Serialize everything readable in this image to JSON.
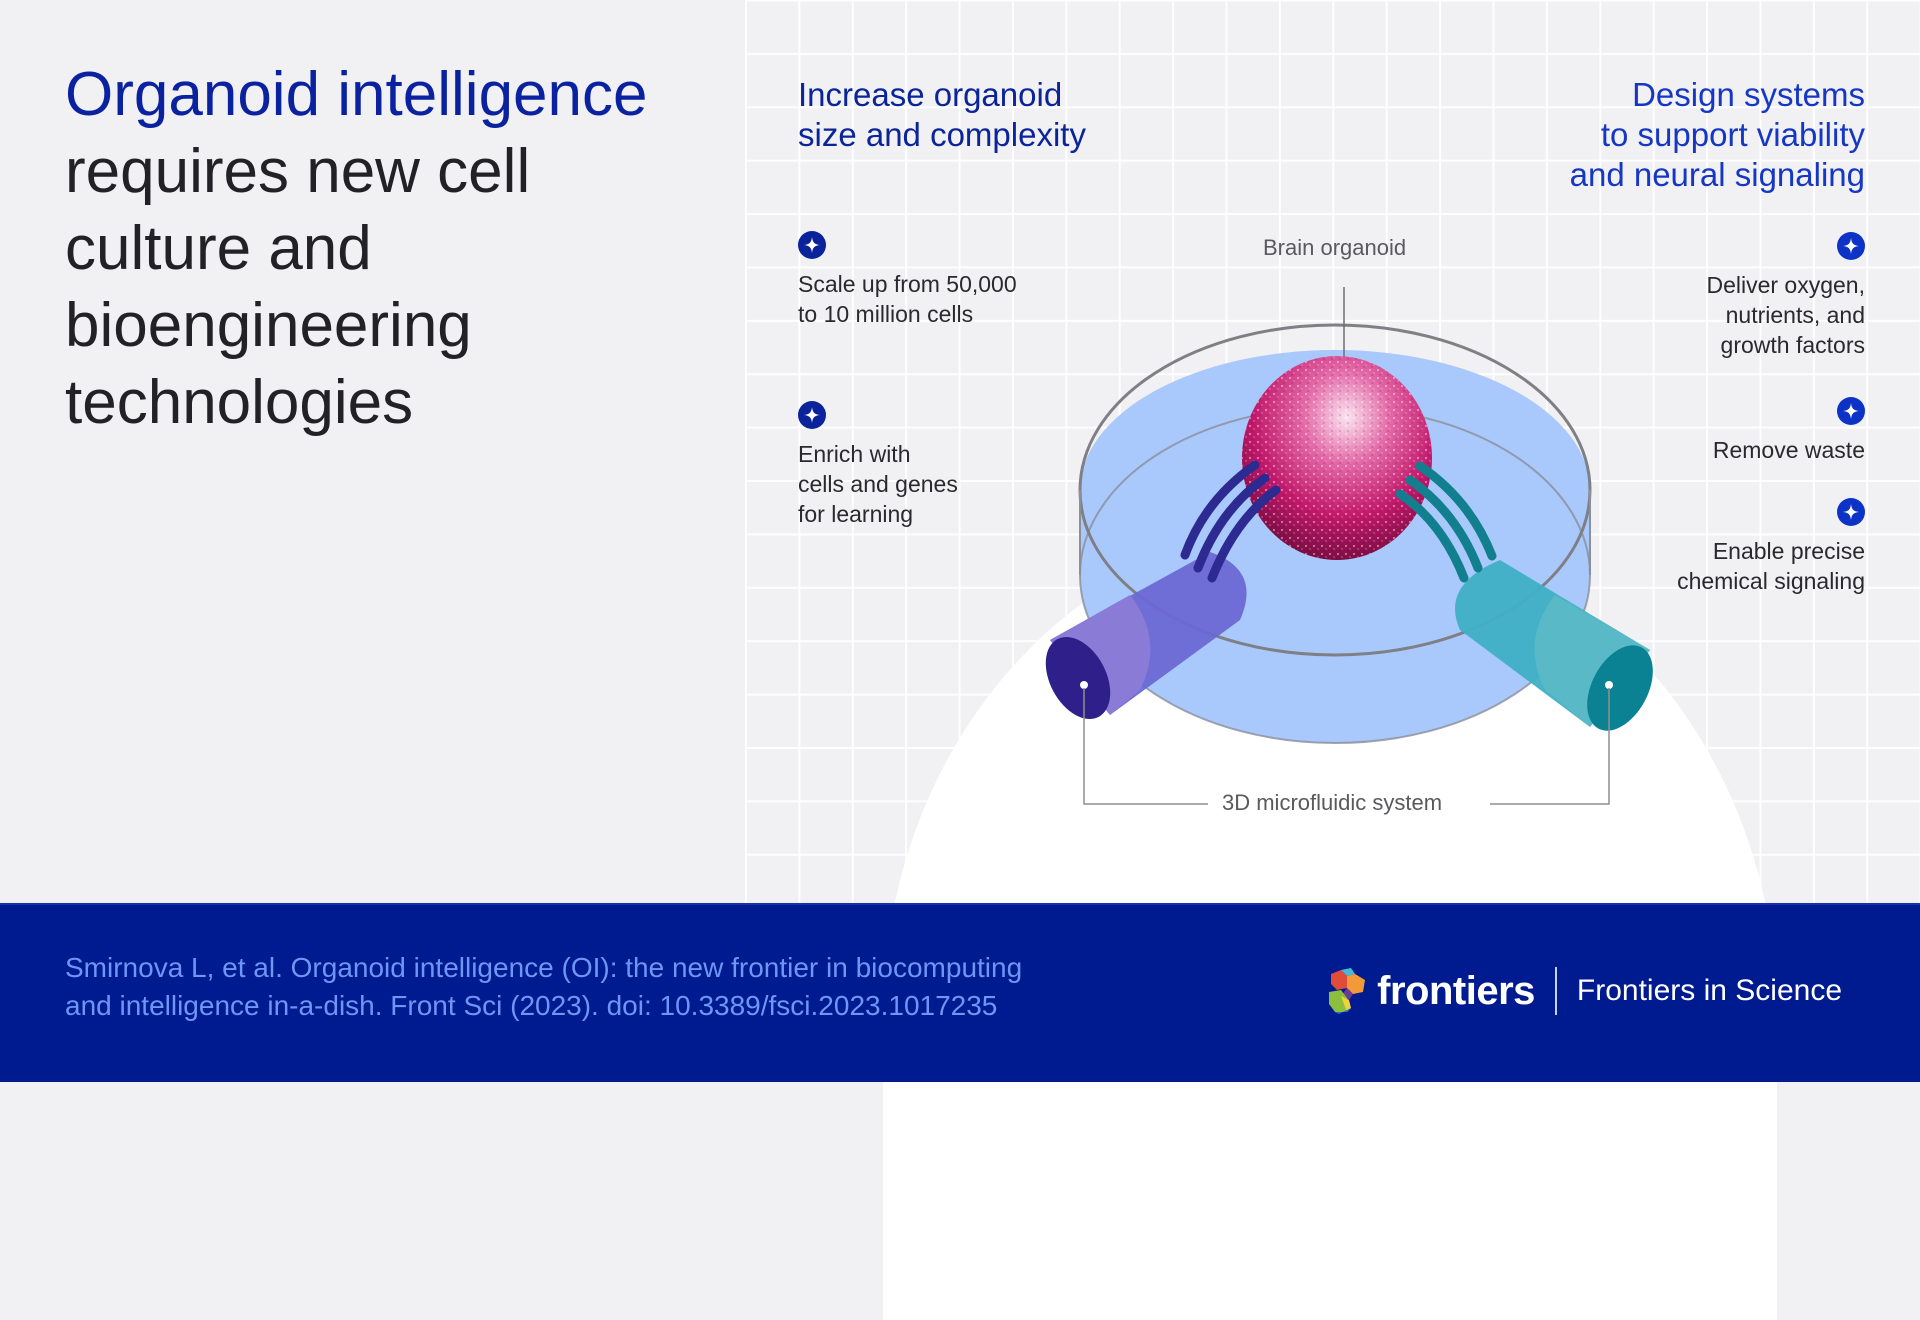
{
  "title": {
    "accent": "Organoid intelligence",
    "rest_lines": [
      "requires new cell",
      "culture and",
      "bioengineering",
      "technologies"
    ]
  },
  "left_column": {
    "heading_lines": [
      "Increase organoid",
      "size and complexity"
    ],
    "points": [
      {
        "icon": "sparkle-icon",
        "lines": [
          "Scale up from 50,000",
          "to 10 million cells"
        ]
      },
      {
        "icon": "sparkle-icon",
        "lines": [
          "Enrich with",
          "cells and genes",
          "for learning"
        ]
      }
    ]
  },
  "right_column": {
    "heading_lines": [
      "Design systems",
      "to support viability",
      "and neural signaling"
    ],
    "points": [
      {
        "icon": "sparkle-icon",
        "lines": [
          "Deliver oxygen,",
          "nutrients, and",
          "growth factors"
        ]
      },
      {
        "icon": "sparkle-icon",
        "lines": [
          "Remove waste"
        ]
      },
      {
        "icon": "sparkle-icon",
        "lines": [
          "Enable precise",
          "chemical signaling"
        ]
      }
    ]
  },
  "diagram": {
    "organoid_label": "Brain organoid",
    "system_label": "3D microfluidic system"
  },
  "footer": {
    "citation_lines": [
      "Smirnova L, et al. Organoid intelligence (OI): the new frontier in biocomputing",
      "and intelligence in-a-dish. Front Sci (2023). doi: 10.3389/fsci.2023.1017235"
    ],
    "brand_name": "frontiers",
    "journal_name": "Frontiers in Science"
  },
  "colors": {
    "background": "#f1f0f2",
    "title_accent": "#0b22a0",
    "left_heading": "#0a249a",
    "right_heading": "#1537c4",
    "footer_bg": "#001a8f",
    "citation": "#6f95f5",
    "dish_fill": "#a9c8fb",
    "left_tube": "#6c68d4",
    "right_tube": "#3fb0c6",
    "organoid": "#c2186b"
  }
}
